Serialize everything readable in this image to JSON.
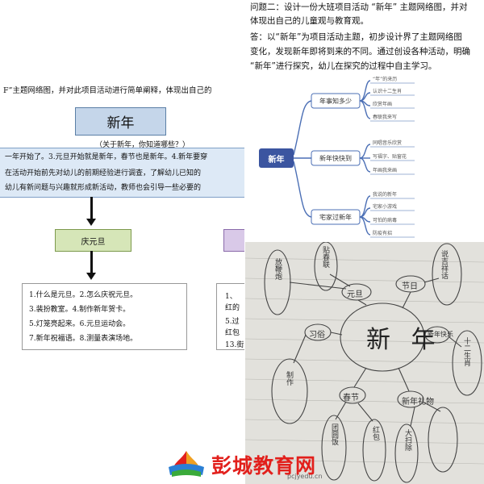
{
  "left_doc": {
    "intro": "F”主题网络图，并对此项目活动进行简单阐释，体现出自己的",
    "title": "新年",
    "subtitle": "（关于新年，你知道哪些？）",
    "band_lines": [
      "一年开始了。3.元旦开始就是新年，春节也是新年。4.新年要穿",
      "在活动开始前先对幼儿的前期经验进行调查，了解幼儿已知的",
      "幼儿有新问题与兴趣就形成新活动，教师也会引导一些必要的"
    ],
    "green_box": "庆元旦",
    "list_items": [
      "1.什么是元旦。2.怎么庆祝元旦。",
      "3.装扮教室。4.制作新年贺卡。",
      "5.灯笼亮起来。6.元旦运动会。",
      "7.新年祝福语。8.测量表演场地。"
    ],
    "list2_items": [
      "1、",
      "红的",
      "5.过",
      "红包",
      "13.街"
    ]
  },
  "top_right": {
    "lines": [
      "问题二：设计一份大班项目活动  “新年” 主题网络图，并对",
      "体现出自己的儿童观与教育观。",
      "答：以“新年”为项目活动主题，初步设计界了主题网络图",
      "变化，发现新年即将到来的不同。通过创设各种活动，明确",
      " “新年”进行探究，幼儿在探究的过程中自主学习。"
    ],
    "mindmap": {
      "center": "新年",
      "branches": [
        {
          "label": "年事知多少",
          "leaves": [
            "“年”的来历",
            "认识十二生肖",
            "欣赏年画",
            "春联我来写"
          ]
        },
        {
          "label": "新年快快到",
          "leaves": [
            "同唱音乐欣赏",
            "写福字、贴窗花",
            "年画我来画"
          ]
        },
        {
          "label": "宅家过新年",
          "leaves": [
            "我说的新年",
            "宅家小游戏",
            "可怕的病毒",
            "防疫有招"
          ]
        }
      ]
    }
  },
  "photo": {
    "center": "新 年",
    "scribbles": [
      "元旦",
      "节日",
      "习俗",
      "新年快乐",
      "说吉祥话",
      "放鞭炮",
      "十二生肖",
      "春节",
      "新年礼物",
      "制作",
      "贴春联",
      "团圆饭",
      "红包",
      "大扫除"
    ]
  },
  "logo": {
    "text": "彭城教育网",
    "sub": "pcjyedu.cn"
  }
}
